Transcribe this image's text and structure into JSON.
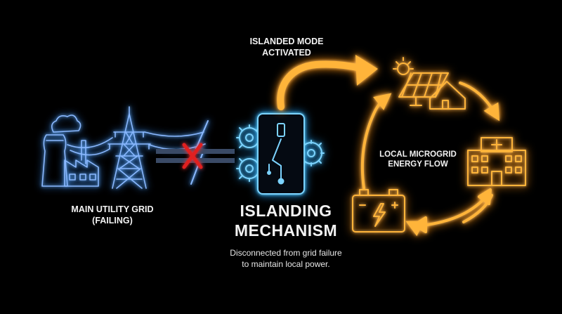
{
  "grid": {
    "label_lines": [
      "MAIN UTILITY GRID",
      "(FAILING)"
    ]
  },
  "mode": {
    "label_lines": [
      "ISLANDED MODE",
      "ACTIVATED"
    ]
  },
  "mechanism": {
    "title_lines": [
      "ISLANDING",
      "MECHANISM"
    ],
    "description_lines": [
      "Disconnected from grid failure",
      "to maintain local power."
    ]
  },
  "microgrid": {
    "label_lines": [
      "LOCAL MICROGRID",
      "ENERGY FLOW"
    ]
  },
  "colors": {
    "grid_icons": "#8ab8ff",
    "switch": "#7cd3ff",
    "microgrid": "#ffb43a",
    "break_mark": "#e02020",
    "text": "#f2f2f2"
  },
  "icons": [
    "power-plant-icon",
    "factory-icon",
    "transmission-tower-icon",
    "lightning-bolt-icon",
    "break-x-icon",
    "switch-panel-icon",
    "gear-icon",
    "solar-home-icon",
    "hospital-icon",
    "battery-icon"
  ]
}
